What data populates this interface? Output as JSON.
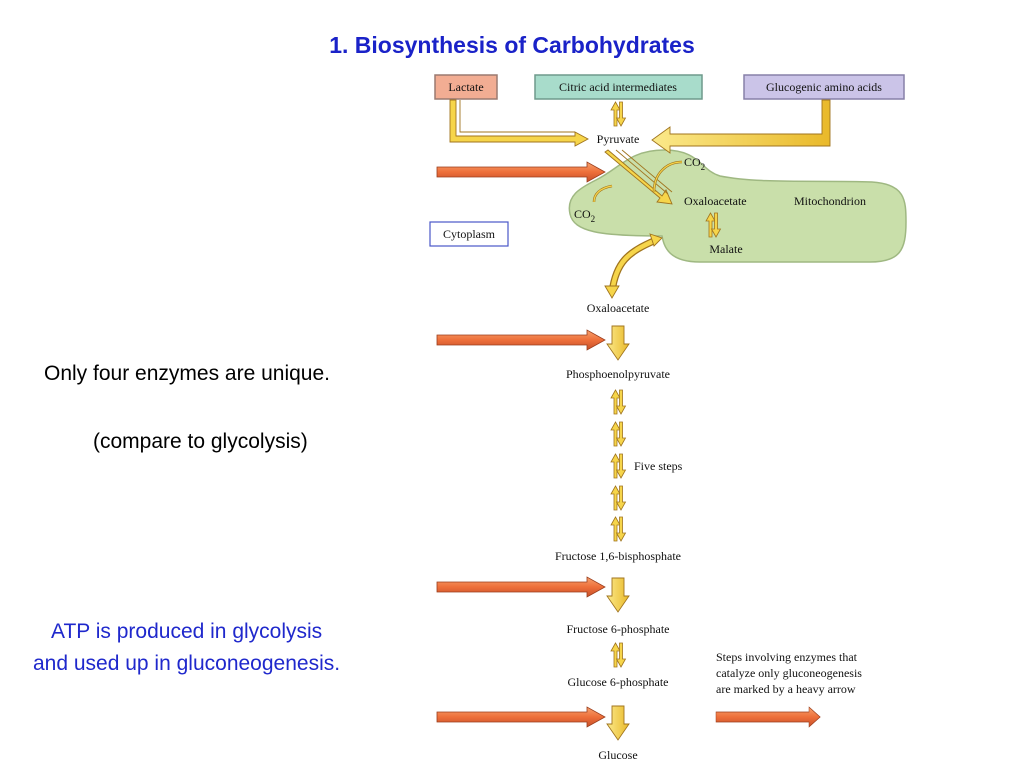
{
  "title": "1. Biosynthesis of Carbohydrates",
  "left_text": {
    "line1": "Only four enzymes are unique.",
    "line2": "(compare to glycolysis)",
    "atp_line1": "ATP is produced in glycolysis",
    "atp_line2": "and used up in gluconeogenesis."
  },
  "sources": {
    "lactate": "Lactate",
    "citric": "Citric acid intermediates",
    "glucogenic": "Glucogenic amino acids"
  },
  "compartments": {
    "cytoplasm": "Cytoplasm",
    "mitochondrion": "Mitochondrion"
  },
  "metabolites": {
    "pyruvate": "Pyruvate",
    "co2_top": "CO",
    "co2_left": "CO",
    "co2_sub": "2",
    "oxaloacetate_mito": "Oxaloacetate",
    "malate": "Malate",
    "oxaloacetate_cyto": "Oxaloacetate",
    "pep": "Phosphoenolpyruvate",
    "five_steps": "Five steps",
    "f16bp": "Fructose 1,6-bisphosphate",
    "f6p": "Fructose 6-phosphate",
    "g6p": "Glucose 6-phosphate",
    "glucose": "Glucose"
  },
  "legend": {
    "line1": "Steps involving enzymes that",
    "line2": "catalyze only gluconeogenesis",
    "line3": "are marked by a heavy arrow"
  },
  "colors": {
    "title_blue": "#1a22c8",
    "heavy_arrow": "#f07a45",
    "yellow_arrow": "#f7d84a",
    "mitochondrion_fill": "#c8dfa8",
    "lactate_fill": "#f0a98c",
    "citric_fill": "#a9dccb",
    "glucogenic_fill": "#c9c3e6"
  }
}
